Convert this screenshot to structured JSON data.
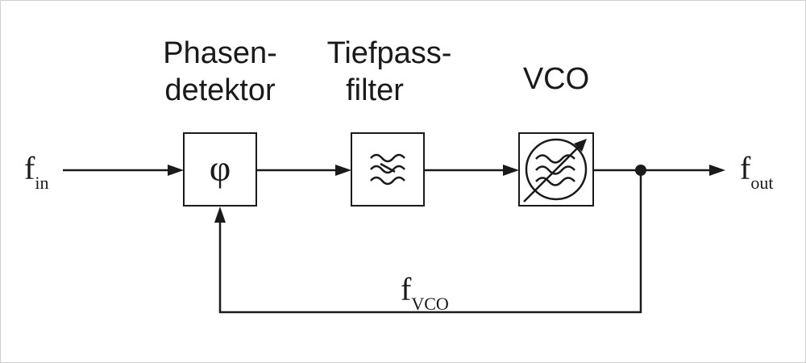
{
  "blocks": {
    "phase_detector": {
      "label_line1": "Phasen-",
      "label_line2": "detektor",
      "symbol": "φ"
    },
    "lowpass_filter": {
      "label_line1": "Tiefpass-",
      "label_line2": "filter",
      "icon": "lowpass-filter-icon"
    },
    "vco": {
      "label": "VCO",
      "icon": "vco-tunable-filter-icon"
    }
  },
  "signals": {
    "input": {
      "base": "f",
      "subscript": "in"
    },
    "output": {
      "base": "f",
      "subscript": "out"
    },
    "feedback": {
      "base": "f",
      "subscript": "VCO"
    }
  }
}
